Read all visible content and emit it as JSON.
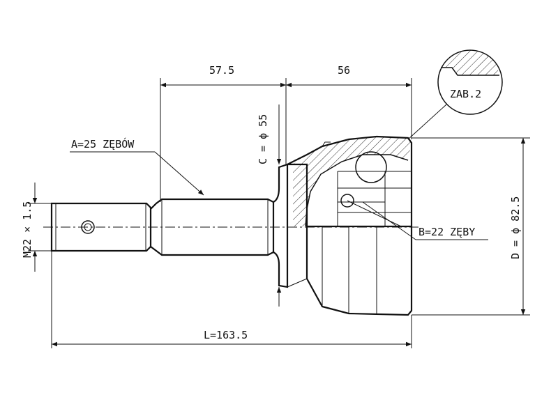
{
  "drawing": {
    "dim_top_left": "57.5",
    "dim_top_right": "56",
    "dim_length": "L=163.5",
    "dim_thread": "M22 × 1.5",
    "dim_c": "C = ϕ 55",
    "dim_d": "D = ϕ 82.5",
    "spline_a": "A=25 ZĘBÓW",
    "spline_b": "B=22 ZĘBY",
    "detail_label": "ZAB.2"
  }
}
